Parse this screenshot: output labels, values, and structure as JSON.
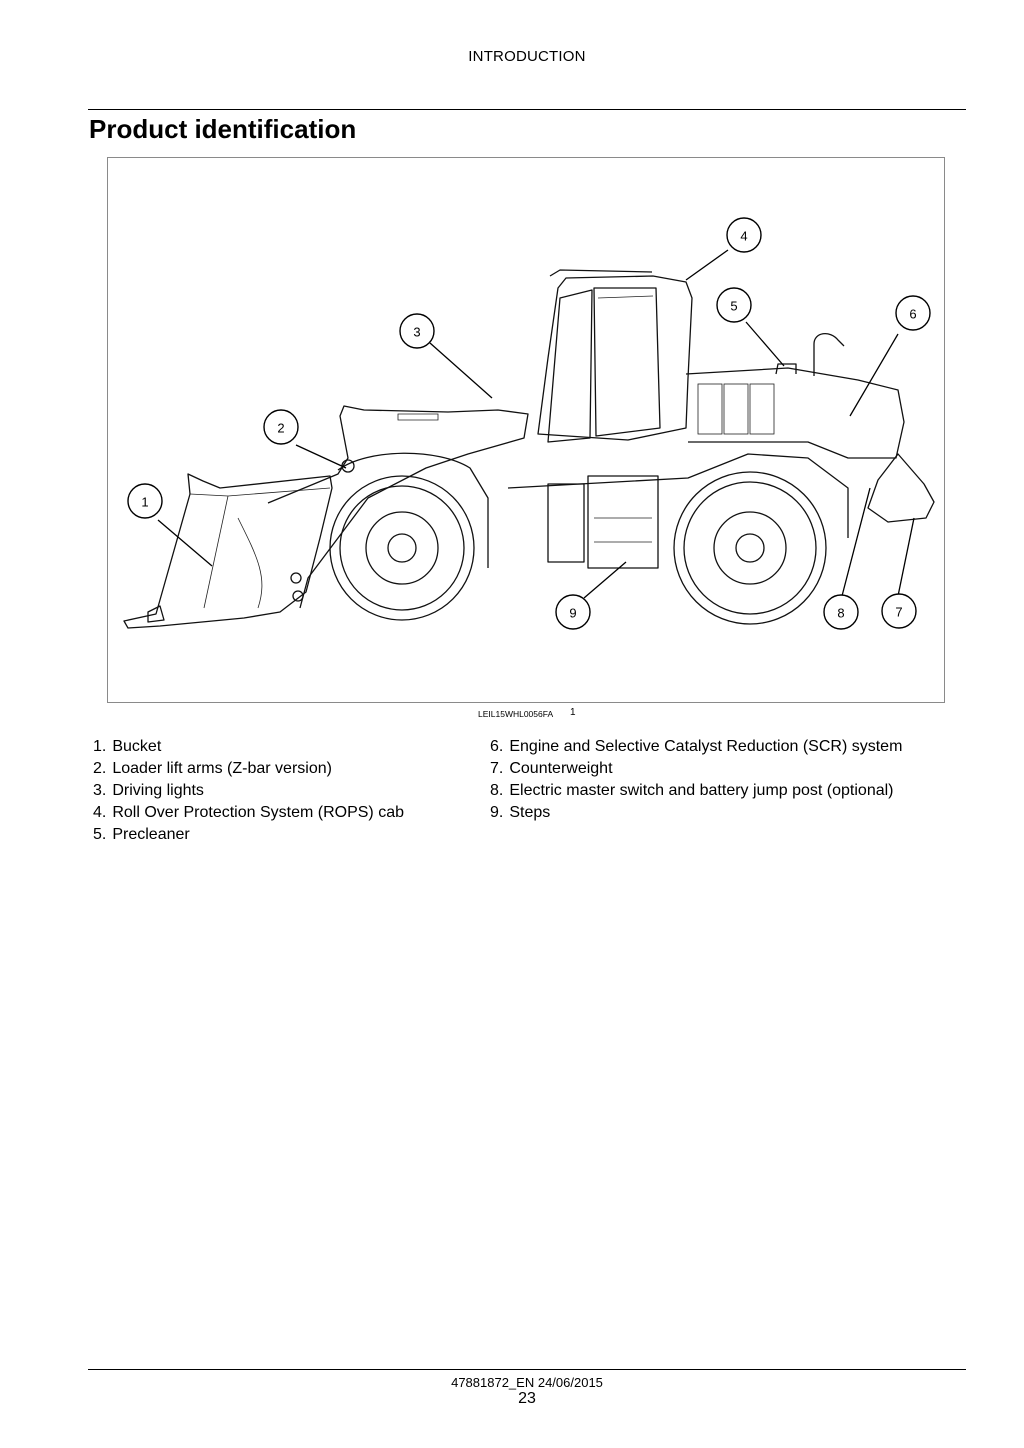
{
  "header": {
    "section": "INTRODUCTION"
  },
  "page_title": "Product identification",
  "figure": {
    "caption_code": "LEIL15WHL0056FA",
    "figure_number": "1",
    "callouts": [
      "1",
      "2",
      "3",
      "4",
      "5",
      "6",
      "7",
      "8",
      "9"
    ]
  },
  "legend": {
    "left": [
      {
        "num": "1.",
        "label": "Bucket"
      },
      {
        "num": "2.",
        "label": "Loader lift arms (Z-bar version)"
      },
      {
        "num": "3.",
        "label": "Driving lights"
      },
      {
        "num": "4.",
        "label": "Roll Over Protection System (ROPS) cab"
      },
      {
        "num": "5.",
        "label": "Precleaner"
      }
    ],
    "right": [
      {
        "num": "6.",
        "label": "Engine and Selective Catalyst Reduction (SCR) system"
      },
      {
        "num": "7.",
        "label": "Counterweight"
      },
      {
        "num": "8.",
        "label": "Electric master switch and battery jump post (optional)"
      },
      {
        "num": "9.",
        "label": "Steps"
      }
    ]
  },
  "footer": {
    "doc_ref": "47881872_EN 24/06/2015",
    "page_number": "23"
  }
}
